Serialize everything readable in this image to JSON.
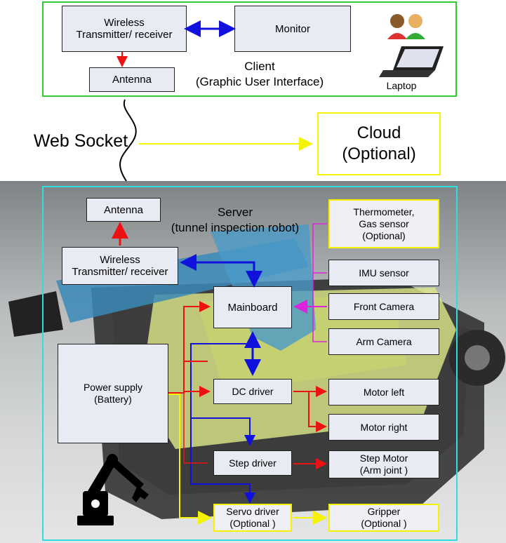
{
  "client": {
    "wireless": "Wireless\nTransmitter/ receiver",
    "monitor": "Monitor",
    "antenna": "Antenna",
    "title": "Client\n(Graphic User Interface)",
    "laptop": "Laptop"
  },
  "websocket": "Web Socket",
  "cloud": "Cloud\n(Optional)",
  "server": {
    "title": "Server\n(tunnel inspection robot)",
    "antenna": "Antenna",
    "wireless": "Wireless\nTransmitter/ receiver",
    "mainboard": "Mainboard",
    "thermo": "Thermometer,\nGas sensor\n(Optional)",
    "imu": "IMU sensor",
    "front_camera": "Front Camera",
    "arm_camera": "Arm Camera",
    "power": "Power supply\n(Battery)",
    "dc_driver": "DC driver",
    "motor_left": "Motor left",
    "motor_right": "Motor right",
    "step_driver": "Step driver",
    "step_motor": "Step Motor\n(Arm joint )",
    "servo_driver": "Servo driver\n(Optional )",
    "gripper": "Gripper\n(Optional )"
  },
  "colors": {
    "client_border": "#33cc33",
    "server_border": "#33dddd",
    "optional_border": "#f4f400",
    "data_arrow": "#1111dd",
    "power_arrow": "#ee1111",
    "sensor_arrow": "#dd22dd",
    "optional_arrow": "#f4f400"
  }
}
